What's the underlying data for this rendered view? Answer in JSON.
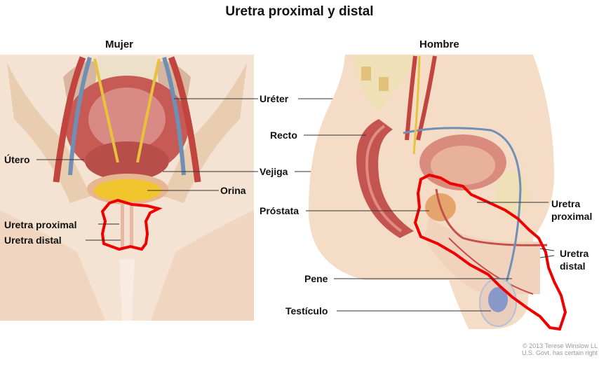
{
  "title": "Uretra proximal y distal",
  "panels": {
    "female": {
      "heading": "Mujer",
      "labels": {
        "utero": "Útero",
        "proximal": "Uretra proximal",
        "distal": "Uretra distal"
      }
    },
    "male": {
      "heading": "Hombre",
      "labels": {
        "recto": "Recto",
        "prostata": "Próstata",
        "pene": "Pene",
        "testiculo": "Testículo",
        "proximal_line1": "Uretra",
        "proximal_line2": "proximal",
        "distal_line1": "Uretra",
        "distal_line2": "distal"
      }
    },
    "shared": {
      "ureter": "Uréter",
      "vejiga": "Vejiga",
      "orina": "Orina"
    }
  },
  "credit": {
    "line1": "© 2013 Terese Winslow LL",
    "line2": "U.S. Govt. has certain right"
  },
  "colors": {
    "highlight": "#ee0000",
    "tissue": "#d9766f",
    "skin": "#f2dcc8",
    "ureter": "#e8c23a",
    "vessel_blue": "#6f8fb4"
  }
}
